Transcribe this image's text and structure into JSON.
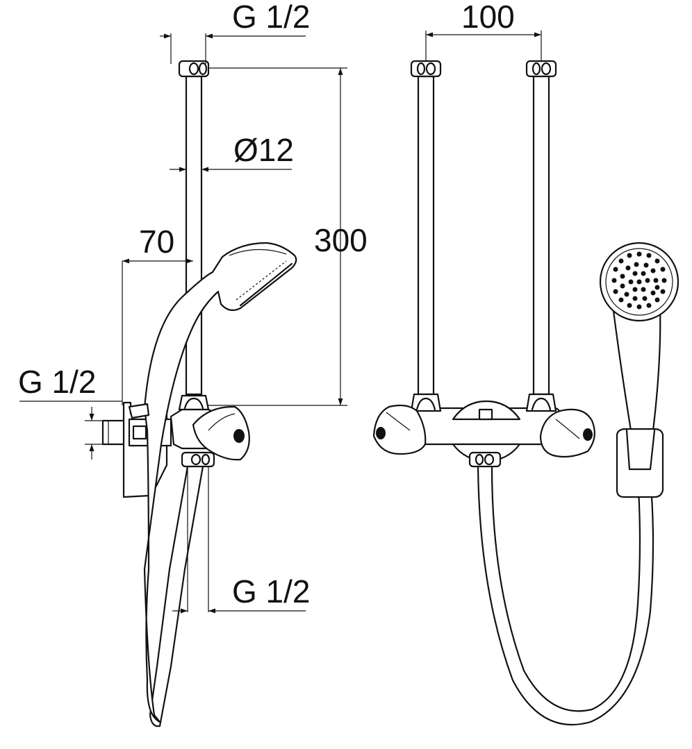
{
  "dimensions": {
    "top_thread": "G 1/2",
    "pipe_diameter": "Ø12",
    "height": "300",
    "offset": "70",
    "inlet_thread": "G 1/2",
    "outlet_thread": "G 1/2",
    "spacing": "100"
  },
  "colors": {
    "line": "#111111",
    "background": "#ffffff"
  }
}
